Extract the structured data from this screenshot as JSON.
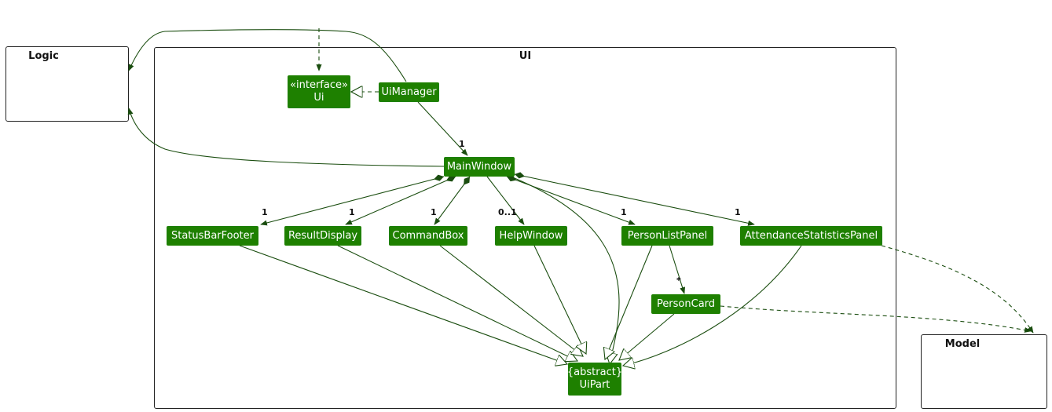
{
  "packages": {
    "logic": "Logic",
    "ui": "UI",
    "model": "Model"
  },
  "classes": {
    "ui_stereotype": "«interface»",
    "ui_name": "Ui",
    "ui_manager": "UiManager",
    "main_window": "MainWindow",
    "status_bar_footer": "StatusBarFooter",
    "result_display": "ResultDisplay",
    "command_box": "CommandBox",
    "help_window": "HelpWindow",
    "person_list_panel": "PersonListPanel",
    "attendance_statistics_panel": "AttendanceStatisticsPanel",
    "person_card": "PersonCard",
    "uipart_stereotype": "{abstract}",
    "uipart_name": "UiPart"
  },
  "multiplicities": {
    "uimanager_mainwindow": "1",
    "status_bar_footer": "1",
    "result_display": "1",
    "command_box": "1",
    "help_window": "0..1",
    "person_list_panel": "1",
    "attendance_statistics_panel": "1",
    "person_card": "*"
  },
  "colors": {
    "class_fill": "#1e8000",
    "edge": "#1a4d0f"
  }
}
